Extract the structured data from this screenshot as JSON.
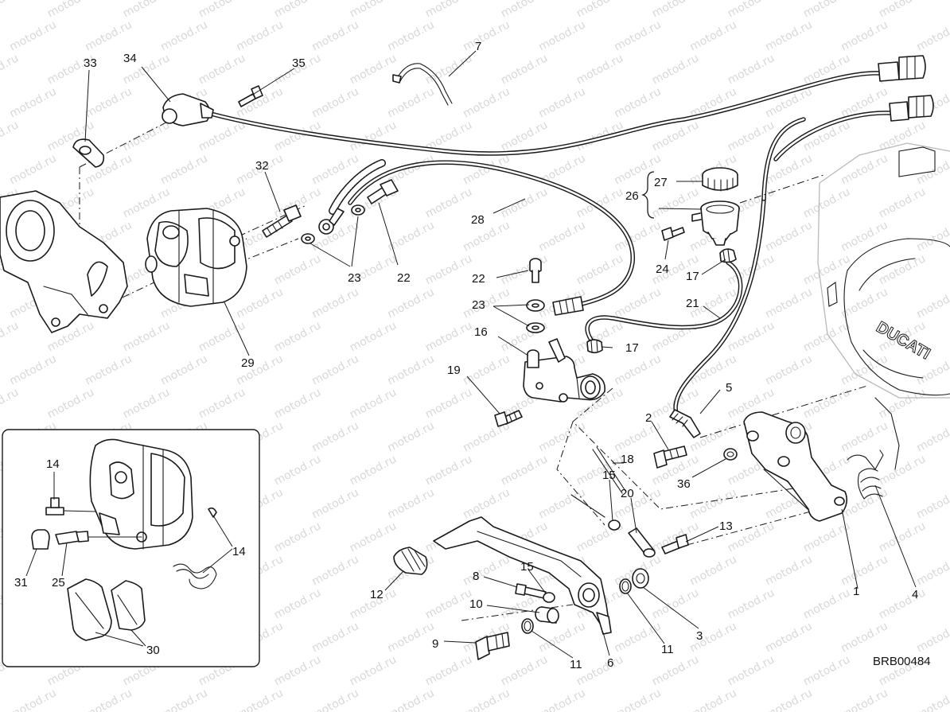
{
  "watermark": "motod.ru",
  "reference_code": "BRB00484",
  "callouts": [
    {
      "id": "c1",
      "text": "1"
    },
    {
      "id": "c2",
      "text": "2"
    },
    {
      "id": "c3",
      "text": "3"
    },
    {
      "id": "c4",
      "text": "4"
    },
    {
      "id": "c5",
      "text": "5"
    },
    {
      "id": "c6",
      "text": "6"
    },
    {
      "id": "c7",
      "text": "7"
    },
    {
      "id": "c8",
      "text": "8"
    },
    {
      "id": "c9",
      "text": "9"
    },
    {
      "id": "c10",
      "text": "10"
    },
    {
      "id": "c11a",
      "text": "11"
    },
    {
      "id": "c11b",
      "text": "11"
    },
    {
      "id": "c12",
      "text": "12"
    },
    {
      "id": "c13",
      "text": "13"
    },
    {
      "id": "c14a",
      "text": "14"
    },
    {
      "id": "c14b",
      "text": "14"
    },
    {
      "id": "c15a",
      "text": "15"
    },
    {
      "id": "c15b",
      "text": "15"
    },
    {
      "id": "c16",
      "text": "16"
    },
    {
      "id": "c17a",
      "text": "17"
    },
    {
      "id": "c17b",
      "text": "17"
    },
    {
      "id": "c18",
      "text": "18"
    },
    {
      "id": "c19",
      "text": "19"
    },
    {
      "id": "c20",
      "text": "20"
    },
    {
      "id": "c21",
      "text": "21"
    },
    {
      "id": "c22a",
      "text": "22"
    },
    {
      "id": "c22b",
      "text": "22"
    },
    {
      "id": "c23a",
      "text": "23"
    },
    {
      "id": "c23b",
      "text": "23"
    },
    {
      "id": "c24",
      "text": "24"
    },
    {
      "id": "c25",
      "text": "25"
    },
    {
      "id": "c26",
      "text": "26"
    },
    {
      "id": "c27",
      "text": "27"
    },
    {
      "id": "c28",
      "text": "28"
    },
    {
      "id": "c29",
      "text": "29"
    },
    {
      "id": "c30",
      "text": "30"
    },
    {
      "id": "c31",
      "text": "31"
    },
    {
      "id": "c32",
      "text": "32"
    },
    {
      "id": "c33",
      "text": "33"
    },
    {
      "id": "c34",
      "text": "34"
    },
    {
      "id": "c35",
      "text": "35"
    },
    {
      "id": "c36",
      "text": "36"
    }
  ]
}
